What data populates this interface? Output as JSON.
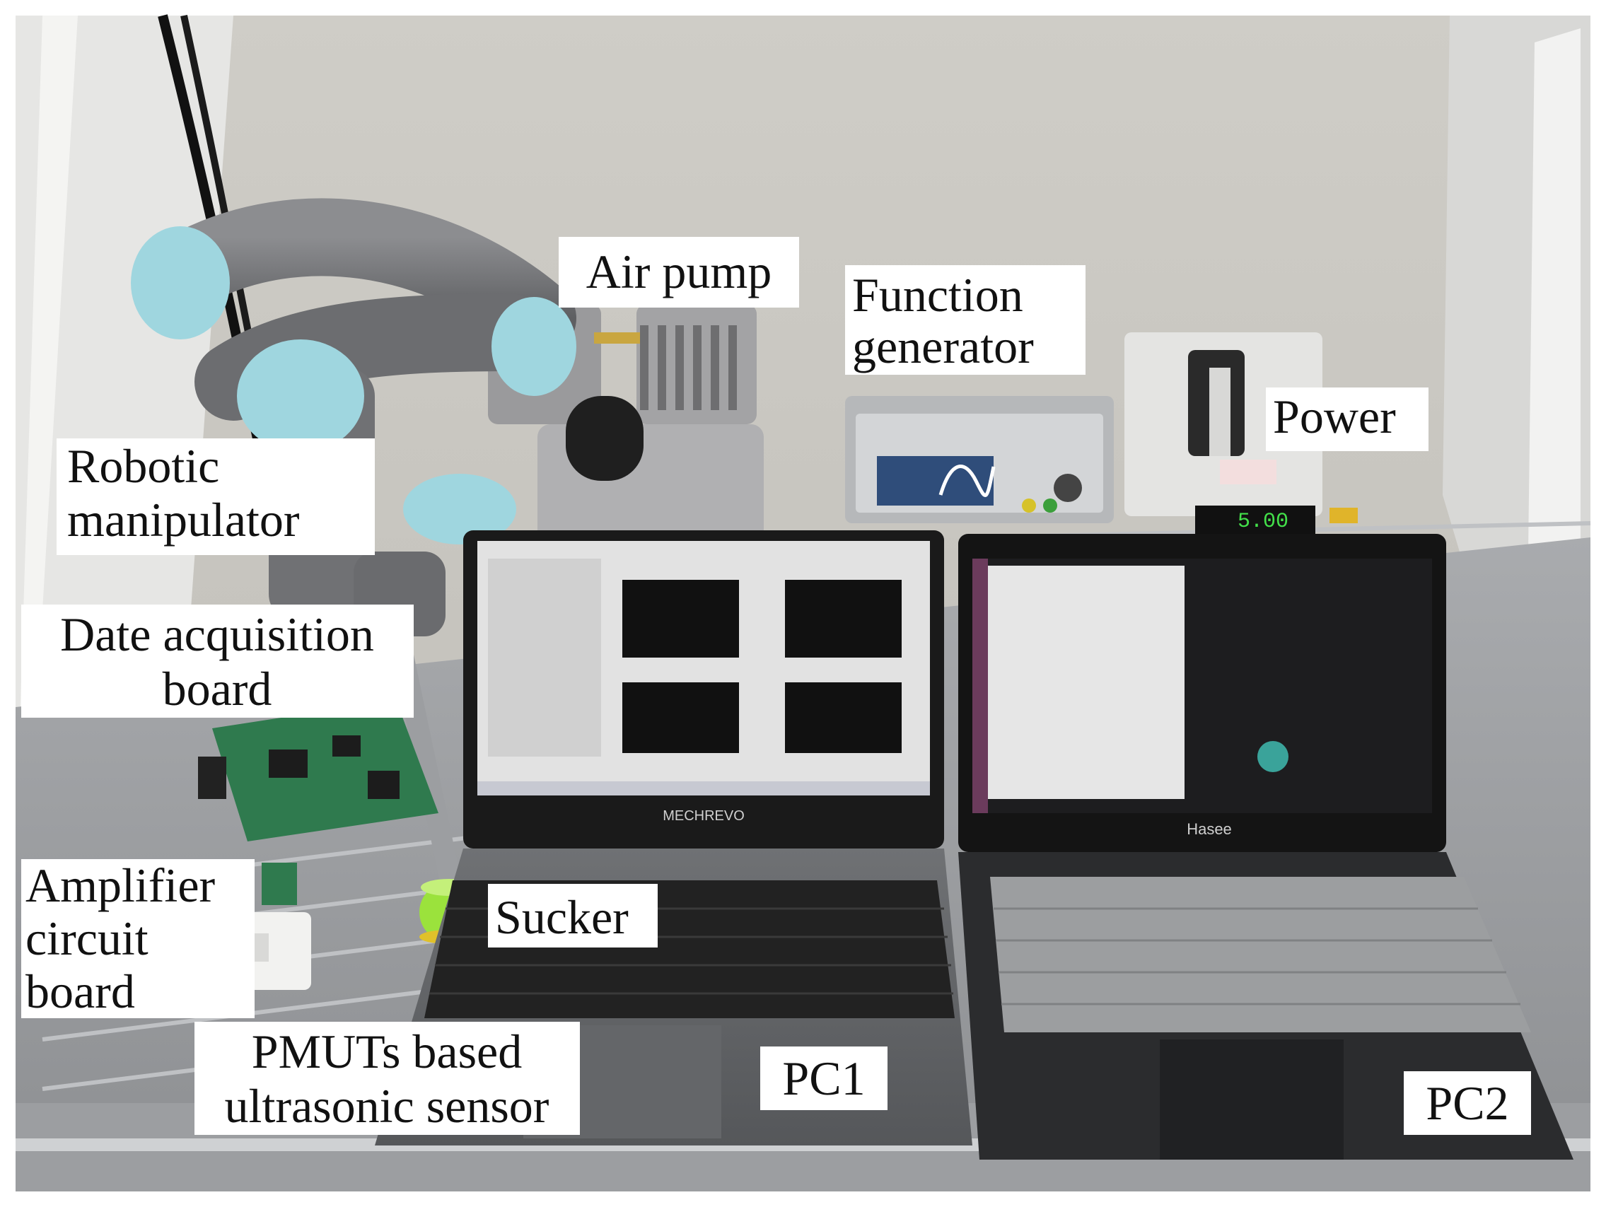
{
  "labels": {
    "air_pump": "Air pump",
    "function_generator": [
      "Function",
      "generator"
    ],
    "power": "Power",
    "robotic_manipulator": [
      "Robotic",
      "manipulator"
    ],
    "data_acquisition_board": [
      "Date acquisition",
      "board"
    ],
    "amplifier_circuit_board": [
      "Amplifier",
      "circuit",
      "board"
    ],
    "sucker": "Sucker",
    "pmuts_sensor": [
      "PMUTs based",
      "ultrasonic sensor"
    ],
    "pc1": "PC1",
    "pc2": "PC2"
  },
  "device_text": {
    "pc1_brand": "MECHREVO",
    "pc2_brand": "Hasee",
    "power_display": "5.00"
  },
  "colors": {
    "wall": "#c9c7c1",
    "frame": "#dcdcdc",
    "arm_gray": "#77787a",
    "arm_joint": "#9fd6df",
    "sucker_green": "#9be23c",
    "pcb_green": "#2f7a4e",
    "screen_dark": "#1d1d1f"
  }
}
